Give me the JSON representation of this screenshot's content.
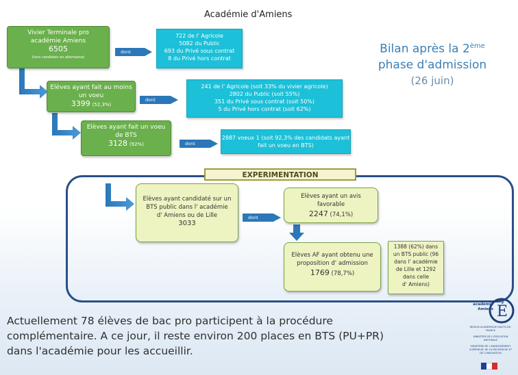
{
  "title": "Académie d'Amiens",
  "bilan": {
    "line1_pre": "Bilan après la 2",
    "line1_sup": "ème",
    "line2": "phase d'admission",
    "date": "(26 juin)"
  },
  "box1": {
    "line1": "Vivier Terminale pro",
    "line2": "académie Amiens",
    "count": "6505",
    "note": "(hors candidats en alternance)"
  },
  "detail1": [
    "722 de l' Agricole",
    "5082 du Public",
    "693 du Privé sous contrat",
    "8 du Privé hors contrat"
  ],
  "box2": {
    "line1": "Elèves ayant fait au moins",
    "line2": "un voeu",
    "count": "3399",
    "pct": "(52,3%)"
  },
  "detail2": [
    "241 de l' Agricole (soit 33% du vivier agricole)",
    "2802 du Public (soit 55%)",
    "351 du Privé sous contrat (soit 50%)",
    "5 du Privé hors contrat (soit 62%)"
  ],
  "box3": {
    "line1": "Elèves ayant fait un voeu",
    "line2": "de BTS",
    "count": "3128",
    "pct": "(92%)"
  },
  "detail3": [
    "2887 voeux 1 (soit 92,3% des candidats ayant",
    "fait un voeu en BTS)"
  ],
  "arrow_label": "dont",
  "experimentation": {
    "title": "EXPERIMENTATION",
    "candidates": {
      "lines": [
        "Elèves ayant candidaté sur un",
        "BTS public dans l' académie",
        "d' Amiens ou de Lille"
      ],
      "count": "3033"
    },
    "favorable": {
      "lines": [
        "Elèves ayant un avis",
        "favorable"
      ],
      "count": "2247",
      "pct": "(74,1%)"
    },
    "proposal": {
      "lines": [
        "Elèves AF ayant obtenu une",
        "proposition d' admission"
      ],
      "count": "1769",
      "pct": "(78,7%)"
    },
    "side_note": [
      "1388 (62%) dans",
      "un BTS public (96",
      "dans l' académie",
      "de Lille et 1292",
      "dans celle",
      "d' Amiens)"
    ]
  },
  "footer": [
    "Actuellement 78 élèves de bac pro participent à la procédure",
    "complémentaire. A ce jour, il reste environ 200 places en BTS (PU+PR)",
    "dans l'académie pour les accueillir."
  ],
  "logo": {
    "name": "académie Amiens",
    "region": "RÉGION ACADÉMIQUE HAUTS-DE-FRANCE",
    "ministry1": "MINISTÈRE DE L'ÉDUCATION NATIONALE",
    "ministry2": "MINISTÈRE DE L'ENSEIGNEMENT SUPÉRIEUR, DE LA RECHERCHE ET DE L'INNOVATION"
  },
  "colors": {
    "green": "#6ab04c",
    "cyan": "#1cc0d8",
    "arrow_blue": "#2b77b8",
    "frame_navy": "#2a4f86",
    "bilan_blue": "#3a7fb6"
  }
}
